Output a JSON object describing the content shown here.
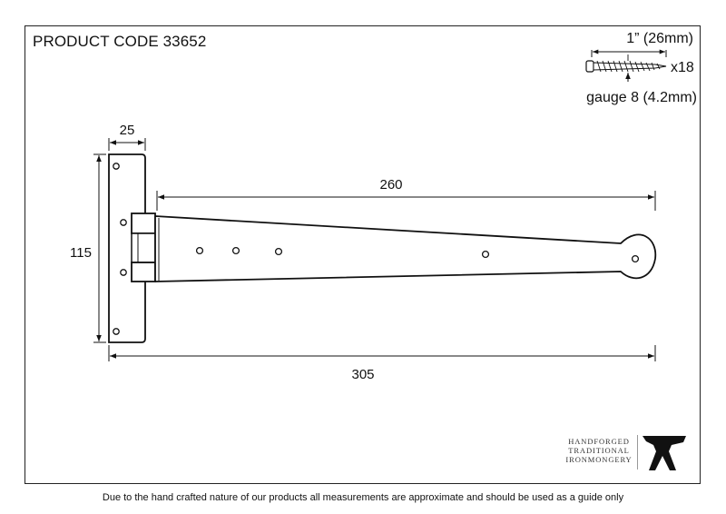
{
  "product_code": "PRODUCT CODE 33652",
  "screw": {
    "length": "1” (26mm)",
    "quantity": "x18",
    "gauge": "gauge 8 (4.2mm)"
  },
  "dimensions": {
    "strap_width": "25",
    "height": "115",
    "strap_length": "260",
    "overall_length": "305"
  },
  "brand": {
    "line1": "HANDFORGED",
    "line2": "TRADITIONAL",
    "line3": "IRONMONGERY"
  },
  "disclaimer": "Due to the hand crafted nature of our products all measurements are approximate and should be used as a guide only",
  "colors": {
    "line": "#111111",
    "background": "#ffffff"
  },
  "icons": [
    "screw-icon",
    "anvil-logo-icon"
  ]
}
